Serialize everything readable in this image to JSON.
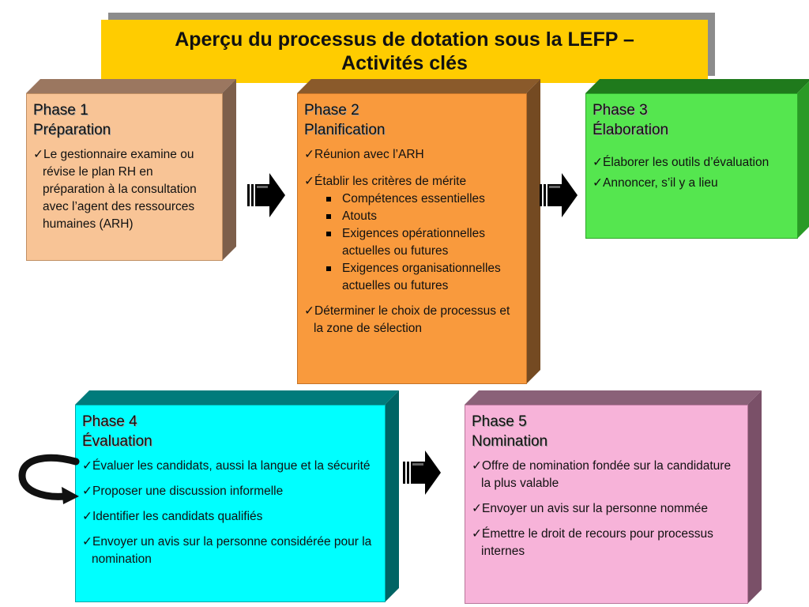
{
  "title": {
    "line1": "Aperçu du processus de dotation sous la LEFP –",
    "line2": "Activités clés"
  },
  "colors": {
    "title_bg": "#ffcc00",
    "phase1": "#f8c496",
    "phase2": "#f99a3d",
    "phase3": "#55e64f",
    "phase4": "#00ffff",
    "phase5": "#f7b3d9"
  },
  "phases": [
    {
      "number": "Phase 1",
      "name": "Préparation",
      "items": [
        "Le gestionnaire examine ou révise le plan RH en préparation à la consultation avec l’agent des ressources humaines (ARH)"
      ]
    },
    {
      "number": "Phase 2",
      "name": "Planification",
      "items": [
        "Réunion avec l’ARH",
        "Établir les critères de mérite",
        "Déterminer le choix de processus et la zone de sélection"
      ],
      "sub_items": [
        "Compétences essentielles",
        "Atouts",
        "Exigences opérationnelles actuelles ou futures",
        "Exigences organisationnelles actuelles ou futures"
      ]
    },
    {
      "number": "Phase 3",
      "name": "Élaboration",
      "items": [
        "Élaborer les outils d’évaluation",
        "Annoncer, s’il y a lieu"
      ]
    },
    {
      "number": "Phase 4",
      "name": "Évaluation",
      "items": [
        "Évaluer les candidats, aussi la langue et la sécurité",
        "Proposer une discussion informelle",
        "Identifier les candidats qualifiés",
        "Envoyer un avis sur la personne considérée pour la nomination"
      ]
    },
    {
      "number": "Phase 5",
      "name": "Nomination",
      "items": [
        "Offre de nomination fondée sur la candidature la plus valable",
        "Envoyer un avis sur la personne nommée",
        "Émettre le droit de recours pour processus internes"
      ]
    }
  ],
  "icons": [
    "right-arrow-icon",
    "loop-arrow-icon"
  ]
}
